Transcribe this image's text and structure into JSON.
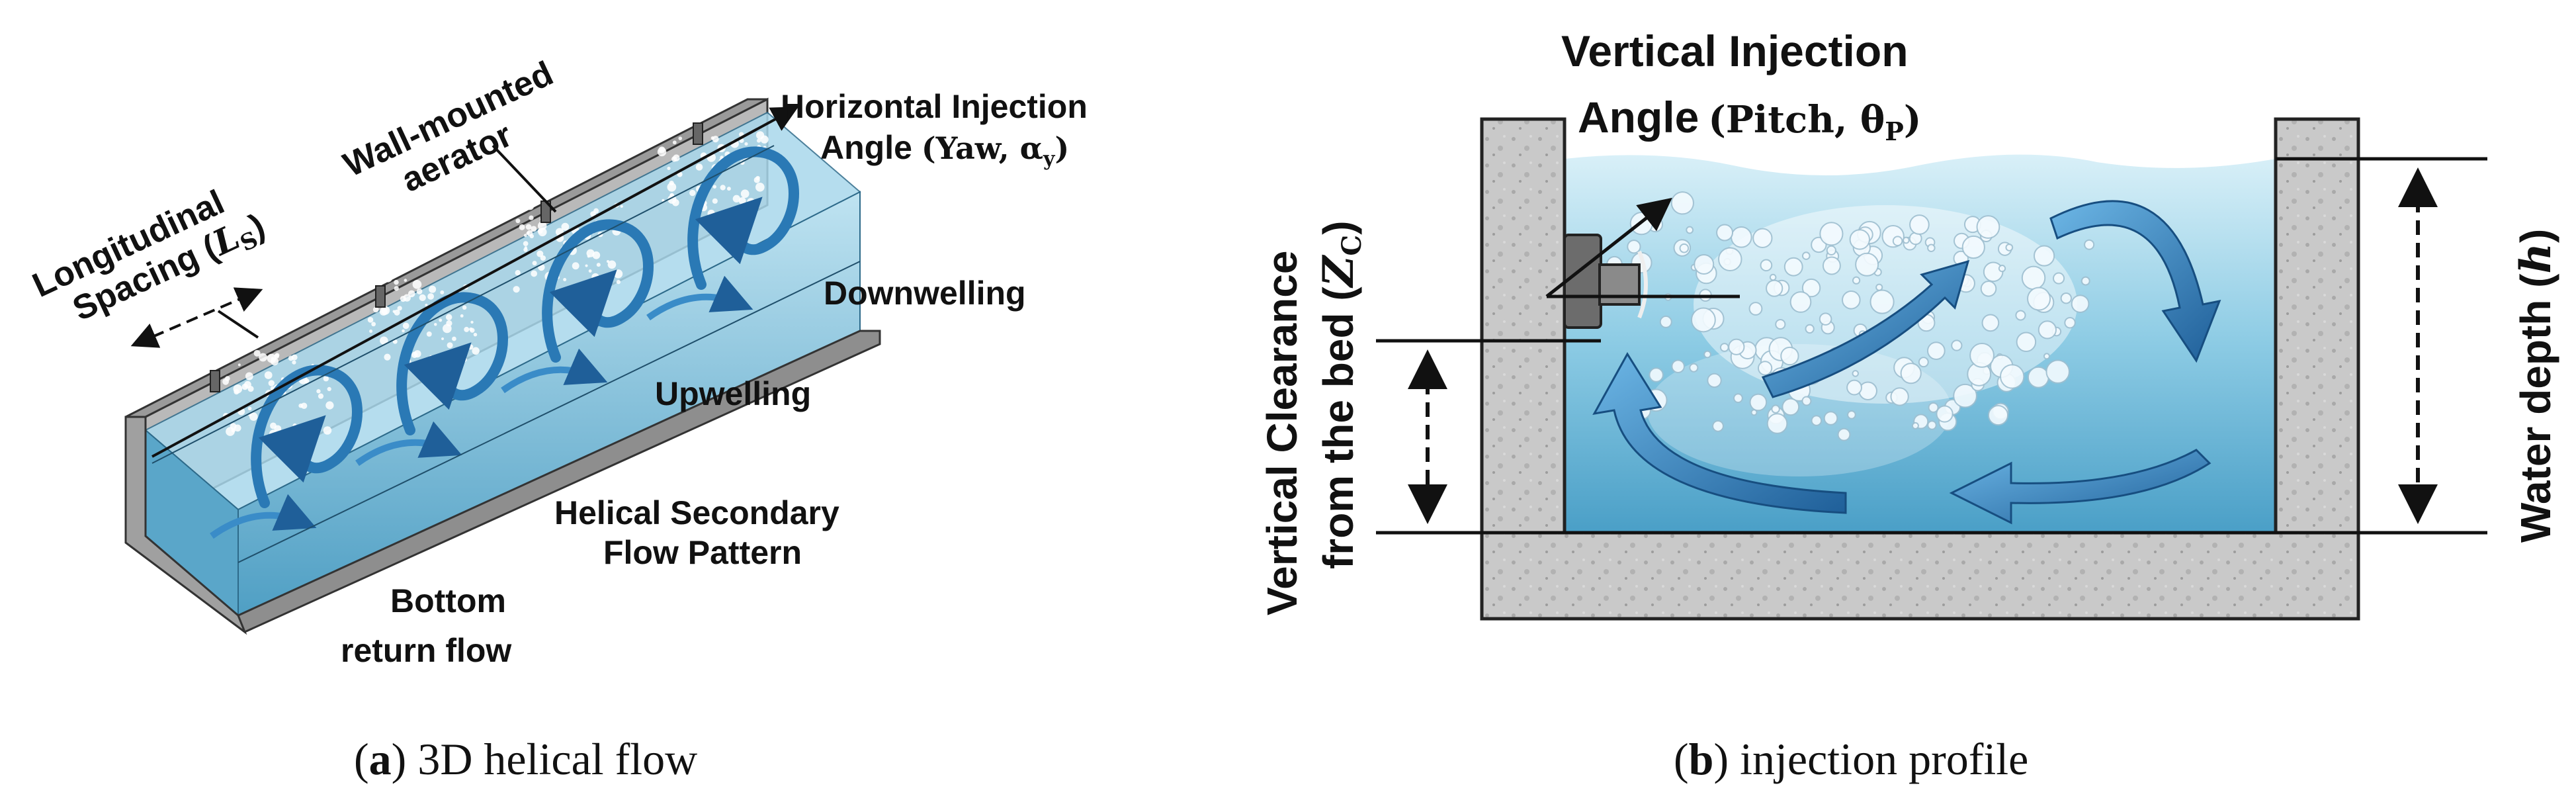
{
  "panel_a": {
    "labels": {
      "wall_mounted_line1": "Wall-mounted",
      "wall_mounted_line2": "aerator",
      "longitudinal_line1": "Longitudinal",
      "longitudinal_line2": "Spacing (",
      "longitudinal_sym": "L",
      "longitudinal_sub": "S",
      "longitudinal_close": ")",
      "horizontal_line1": "Horizontal Injection",
      "horizontal_line2": "Angle",
      "horizontal_math": "(Yaw, α",
      "horizontal_sub": "y",
      "horizontal_close": ")",
      "downwelling": "Downwelling",
      "upwelling": "Upwelling",
      "helical_line1": "Helical Secondary",
      "helical_line2": "Flow Pattern",
      "bottom_line1": "Bottom",
      "bottom_line2": "return flow"
    },
    "caption_letter": "a",
    "caption_text": "3D helical flow"
  },
  "panel_b": {
    "labels": {
      "vertical_angle_line1": "Vertical Injection",
      "vertical_angle_line2": "Angle",
      "vertical_angle_math": "(Pitch, θ",
      "vertical_angle_sub": "P",
      "vertical_angle_close": ")",
      "clearance_line1": "Vertical Clearance",
      "clearance_line2": "from the bed (",
      "clearance_sym": "Z",
      "clearance_sub": "C",
      "clearance_close": ")",
      "water_depth": "Water depth (",
      "water_depth_sym": "h",
      "water_depth_close": ")"
    },
    "caption_letter": "b",
    "caption_text": "injection profile"
  },
  "colors": {
    "water": "#7fc4e0",
    "water_dark": "#3a8fba",
    "arrow": "#2c7bbf",
    "concrete": "#c8c8c8",
    "concrete_edge": "#555555"
  }
}
